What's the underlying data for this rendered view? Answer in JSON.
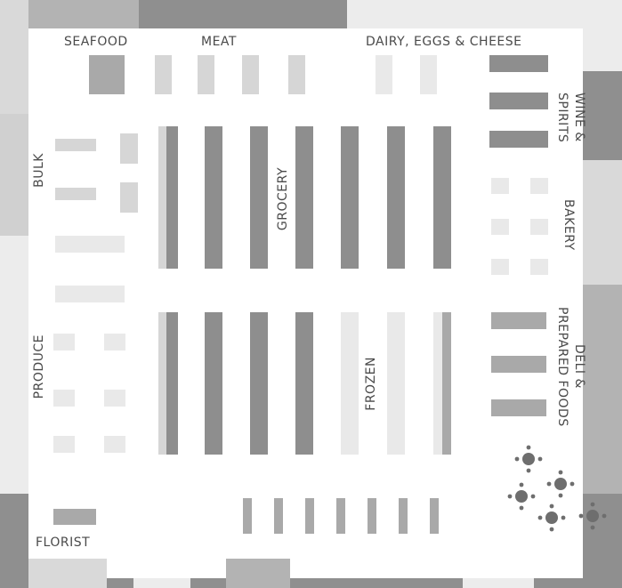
{
  "map": {
    "sections": {
      "seafood": "SEAFOOD",
      "meat": "MEAT",
      "dairy": "DAIRY, EGGS & CHEESE",
      "wine_line1": "WINE &",
      "wine_line2": "SPIRITS",
      "bulk": "BULK",
      "grocery": "GROCERY",
      "bakery": "BAKERY",
      "produce": "PRODUCE",
      "frozen": "FROZEN",
      "deli_line1": "DELI &",
      "deli_line2": "PREPARED FOODS",
      "florist": "FLORIST"
    },
    "seating_icon": "cafe-table-icon",
    "colors": {
      "shelf_dark": "#8e8e8e",
      "shelf_light": "#d6d6d6",
      "wall": "#b3b3b3",
      "label_text": "#4a4a4a"
    }
  }
}
